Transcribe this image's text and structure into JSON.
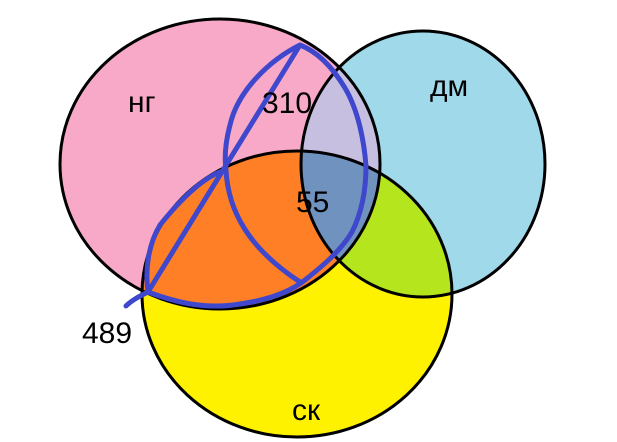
{
  "sets": {
    "ng": {
      "label": "нг",
      "color": "#f9a9c8"
    },
    "dm": {
      "label": "дм",
      "color": "#9fd9ea"
    },
    "sk": {
      "label": "ск",
      "color": "#fff200"
    }
  },
  "regions": {
    "ng_dm_only": {
      "value": "310",
      "color": "#c7bfe0"
    },
    "ng_sk_only": {
      "color": "#ff7f27"
    },
    "dm_sk_only": {
      "color": "#b5e61d"
    },
    "ng_dm_sk": {
      "value": "55",
      "color": "#7092be"
    }
  },
  "annotation": {
    "value": "489",
    "stroke_color": "#3f48cc"
  }
}
